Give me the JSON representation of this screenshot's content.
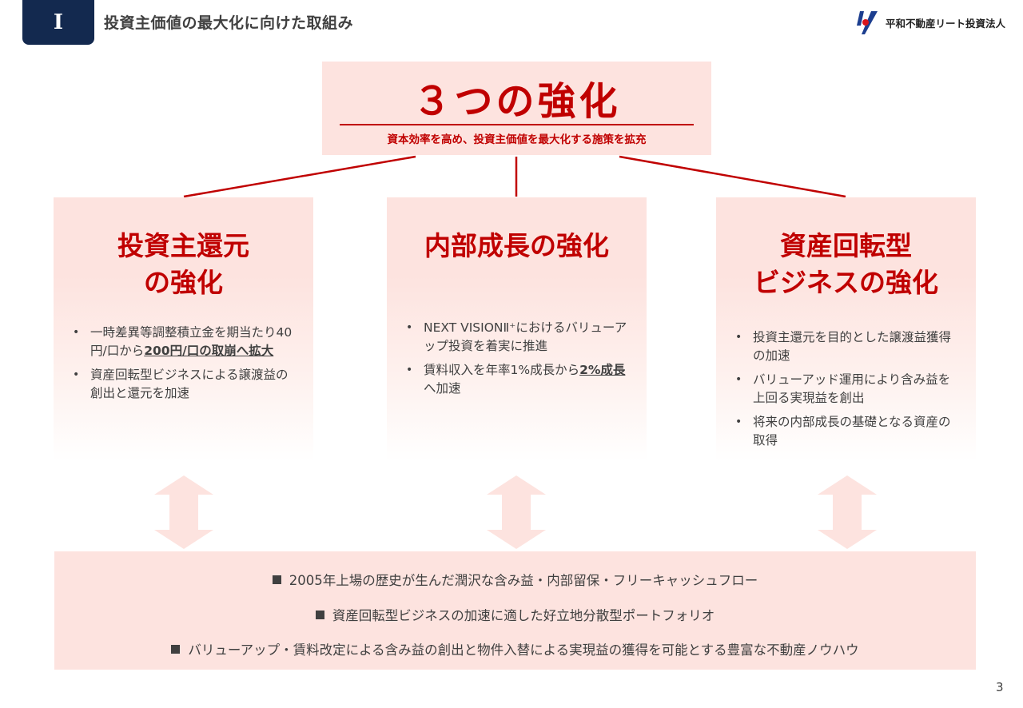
{
  "header": {
    "section_label": "Ⅰ",
    "title": "投資主価値の最大化に向けた取組み",
    "logo_text": "平和不動産リート投資法人"
  },
  "hero": {
    "title": "３つの強化",
    "subtitle": "資本効率を高め、投資主価値を最大化する施策を拡充"
  },
  "pillars": [
    {
      "title_lines": [
        "投資主還元",
        "の強化"
      ],
      "bullets": [
        {
          "pre": "一時差異等調整積立金を期当たり40円/口から",
          "hl": "200円/口の取崩へ拡大",
          "post": ""
        },
        {
          "pre": "資産回転型ビジネスによる譲渡益の創出と還元を加速",
          "hl": "",
          "post": ""
        }
      ]
    },
    {
      "title_lines": [
        "内部成長の強化"
      ],
      "bullets": [
        {
          "pre": "NEXT VISIONⅡ⁺におけるバリューアップ投資を着実に推進",
          "hl": "",
          "post": ""
        },
        {
          "pre": "賃料収入を年率1%成長から",
          "hl": "2%成長",
          "post": "へ加速"
        }
      ]
    },
    {
      "title_lines": [
        "資産回転型",
        "ビジネスの強化"
      ],
      "bullets": [
        {
          "pre": "投資主還元を目的とした譲渡益獲得の加速",
          "hl": "",
          "post": ""
        },
        {
          "pre": "バリューアッド運用により含み益を上回る実現益を創出",
          "hl": "",
          "post": ""
        },
        {
          "pre": "将来の内部成長の基礎となる資産の取得",
          "hl": "",
          "post": ""
        }
      ]
    }
  ],
  "foundation": {
    "lines": [
      "2005年上場の歴史が生んだ潤沢な含み益・内部留保・フリーキャッシュフロー",
      "資産回転型ビジネスの加速に適した好立地分散型ポートフォリオ",
      "バリューアップ・賃料改定による含み益の創出と物件入替による実現益の獲得を可能とする豊富な不動産ノウハウ"
    ]
  },
  "page_number": "3",
  "colors": {
    "accent": "#c00000",
    "navy": "#13294f",
    "panel": "#fde3df",
    "text": "#404040"
  }
}
